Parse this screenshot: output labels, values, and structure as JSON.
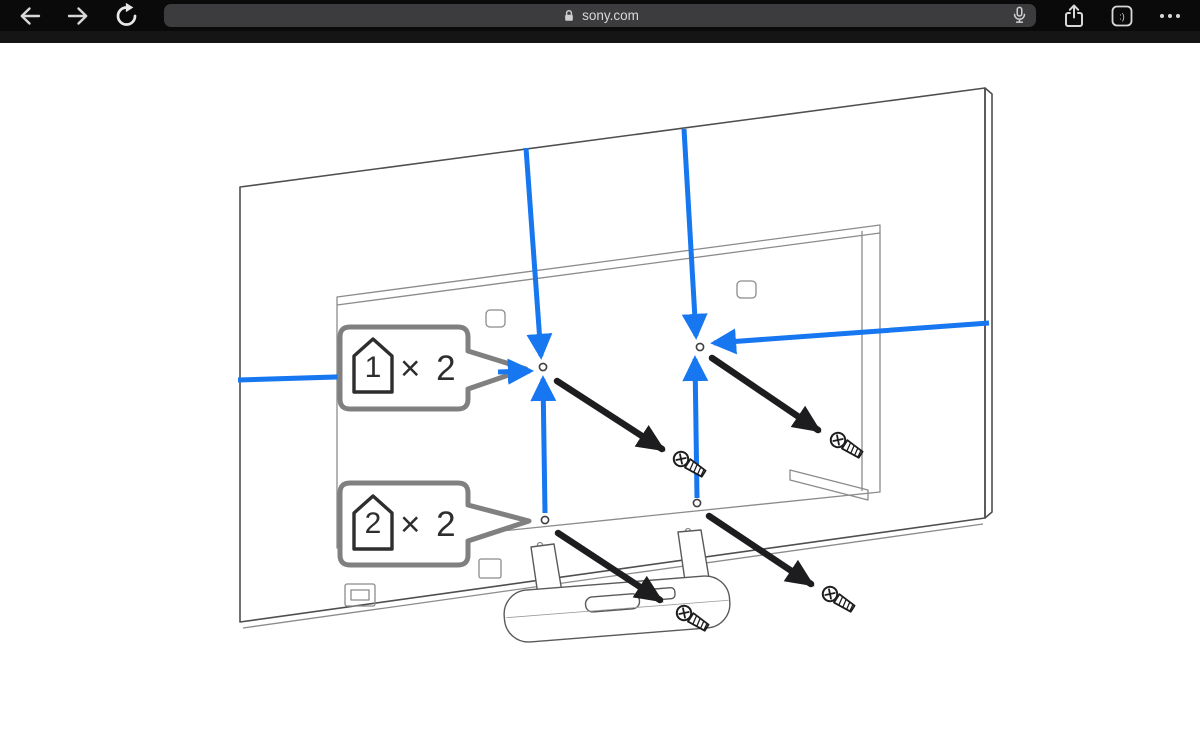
{
  "browser": {
    "url": "sony.com",
    "tab_icon_label": ":)",
    "icons": {
      "left": [
        "back-arrow-icon",
        "forward-arrow-icon",
        "reload-icon"
      ],
      "url_bar": [
        "lock-icon",
        "microphone-icon"
      ],
      "right": [
        "share-icon",
        "smiley-tab-icon",
        "more-ellipsis-icon"
      ]
    }
  },
  "colors": {
    "accent_blue": "#1677f0",
    "arrow_black": "#1d1d1f",
    "callout_gray": "#808080",
    "chrome_bg": "#0a0a0a",
    "urlbar_bg": "#3c3c3e",
    "urlbar_text": "#d8d8d8",
    "page_bg": "#ffffff"
  },
  "diagram": {
    "callouts": [
      {
        "step": "1",
        "multiplier": "× 2"
      },
      {
        "step": "2",
        "multiplier": "× 2"
      }
    ]
  }
}
